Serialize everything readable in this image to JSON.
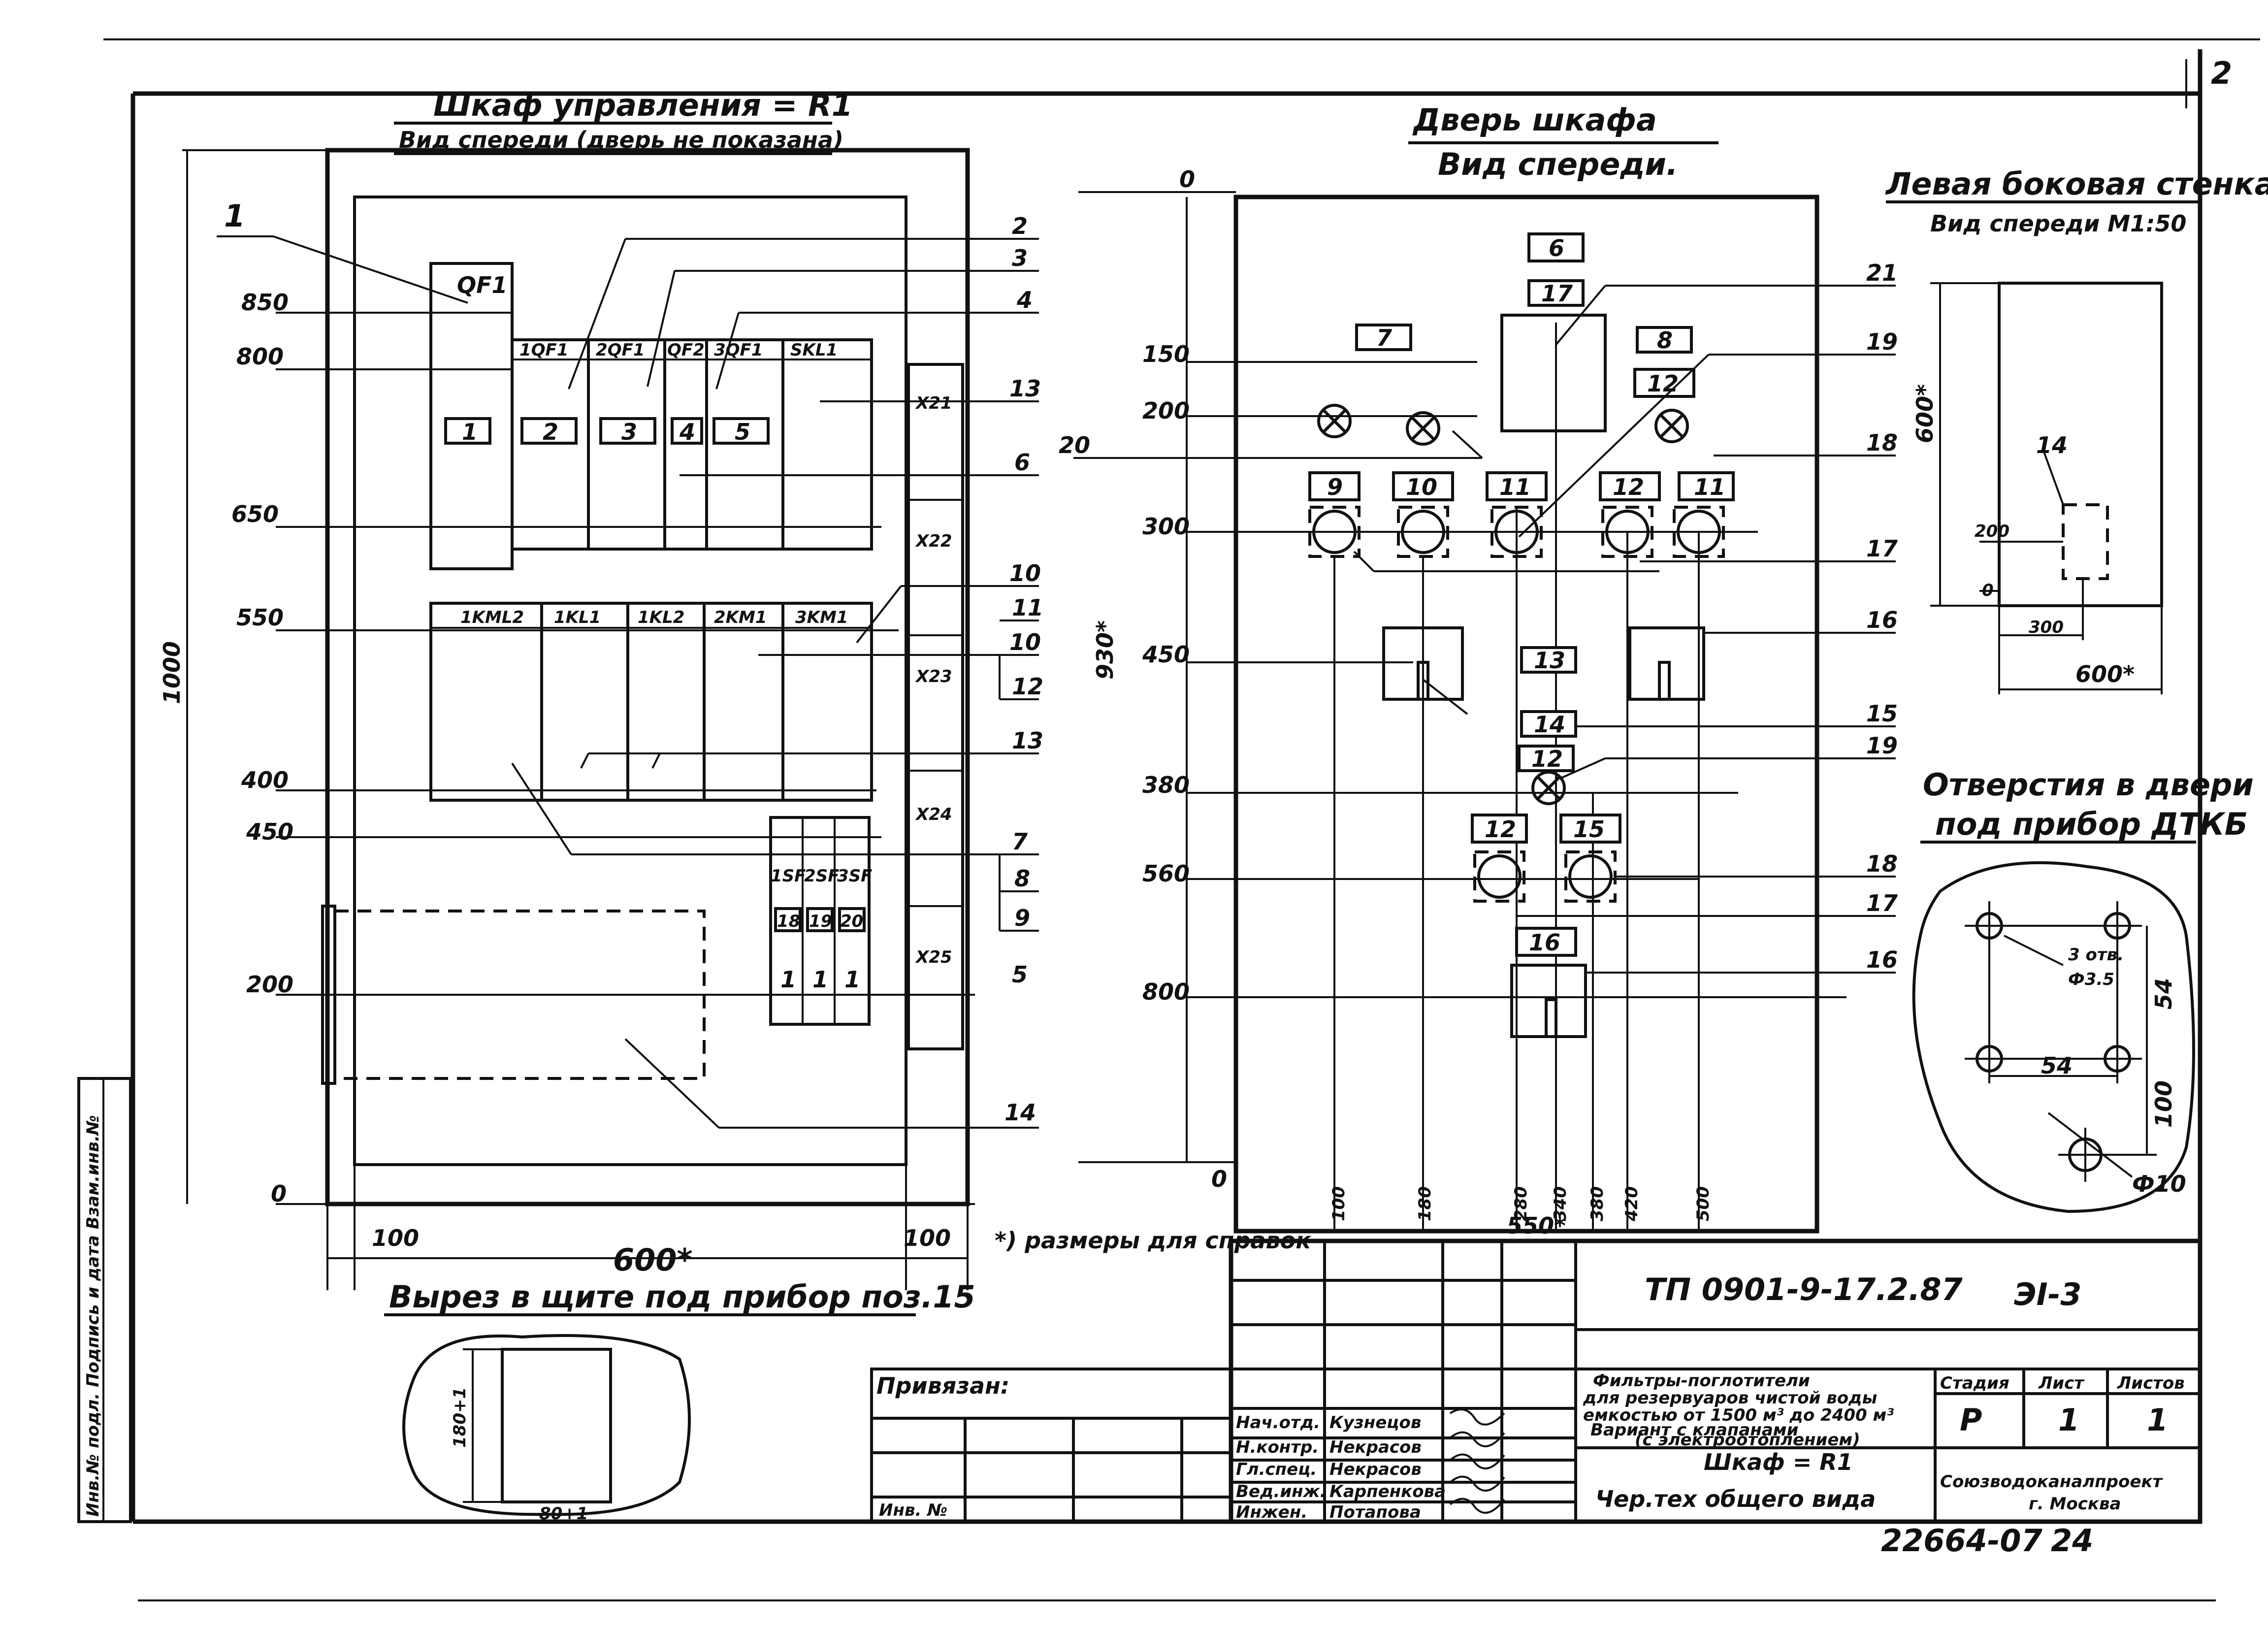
{
  "sheet_number": "2",
  "left_view": {
    "title": "Шкаф управления = R1",
    "subtitle": "Вид спереди (дверь не показана)",
    "breakers": [
      "QF1",
      "1QF1",
      "2QF1",
      "QF2",
      "3QF1",
      "SKL1"
    ],
    "breaker_numbers": [
      "1",
      "2",
      "3",
      "4",
      "5"
    ],
    "contactors": [
      "1KML2",
      "1KL1",
      "1KL2",
      "2KM1",
      "3KM1"
    ],
    "terminal_blocks": [
      "X21",
      "X22",
      "X23",
      "X24",
      "X25"
    ],
    "small_breakers": [
      "1SF",
      "2SF",
      "3SF"
    ],
    "small_breaker_numbers": [
      "18",
      "19",
      "20"
    ],
    "small_ones": [
      "1",
      "1",
      "1"
    ],
    "left_dims": [
      "850",
      "800",
      "650",
      "550",
      "400",
      "450",
      "200",
      "0"
    ],
    "height_dim": "1000",
    "bottom_dims": [
      "100",
      "600*",
      "100"
    ],
    "callouts": [
      "1",
      "2",
      "3",
      "4",
      "13",
      "6",
      "10",
      "11",
      "10",
      "12",
      "13",
      "7",
      "8",
      "9",
      "5",
      "14"
    ]
  },
  "footnote": "*) размеры для справок",
  "cutout": {
    "title": "Вырез в щите под прибор поз.15",
    "height_label": "180+1",
    "width_label": "80+1"
  },
  "door_view": {
    "title": "Дверь шкафа",
    "subtitle": "Вид спереди.",
    "zero_top": "0",
    "zero_bottom": "0",
    "left_dims": [
      "150",
      "200",
      "300",
      "450",
      "380",
      "560",
      "800"
    ],
    "height_dim": "930*",
    "bottom_dims": [
      "100",
      "180",
      "280",
      "340",
      "380",
      "420",
      "500"
    ],
    "width_dim": "550*",
    "top_boxes": [
      "6",
      "17",
      "7",
      "8",
      "12"
    ],
    "lamp_row_boxes": [
      "9",
      "10",
      "11",
      "12",
      "11"
    ],
    "mid_boxes": [
      "13",
      "14",
      "12"
    ],
    "lower_boxes": [
      "12",
      "15",
      "16"
    ],
    "callouts_right": [
      "21",
      "19",
      "18",
      "17",
      "16",
      "15",
      "19",
      "18",
      "17",
      "16"
    ],
    "callout_left": "20"
  },
  "side_view": {
    "title": "Левая боковая стенка",
    "subtitle": "Вид спереди М1:50",
    "height_dim": "600*",
    "item": "14",
    "dim_200": "200",
    "dim_0": "0",
    "dim_300": "300",
    "width_dim": "600*"
  },
  "holes_view": {
    "title": "Отверстия в двери",
    "subtitle": "под прибор ДТКБ",
    "labels": [
      "3 отв.",
      "Ф3.5",
      "54",
      "54",
      "100",
      "Ф10"
    ]
  },
  "title_block": {
    "doc_code": "ТП 0901-9-17.2.87",
    "album": "ЭI-3",
    "description": [
      "Фильтры-поглотители",
      "для резервуаров чистой воды",
      "емкостью от 1500 м³ до 2400 м³",
      "Вариант с клапанами",
      "(с электроотоплением)"
    ],
    "stage_header": "Стадия",
    "sheet_header": "Лист",
    "sheets_header": "Листов",
    "stage": "Р",
    "sheet": "1",
    "sheets": "1",
    "drawing_title": "Шкаф = R1",
    "drawing_subtitle": "Чер.тех общего вида",
    "organization": [
      "Союзводоканалпроект",
      "г. Москва"
    ],
    "linked": "Привязан:",
    "inv_no": "Инв. №",
    "people": [
      {
        "role": "Нач.отд.",
        "name": "Кузнецов"
      },
      {
        "role": "Н.контр.",
        "name": "Некрасов"
      },
      {
        "role": "Гл.спец.",
        "name": "Некрасов"
      },
      {
        "role": "Вед.инж.",
        "name": "Карпенкова"
      },
      {
        "role": "Инжен.",
        "name": "Потапова"
      }
    ],
    "archive_no": "22664-07",
    "page_no": "24"
  },
  "margin_stamp": "Инв.№ подл. Подпись и дата Взам.инв.№"
}
